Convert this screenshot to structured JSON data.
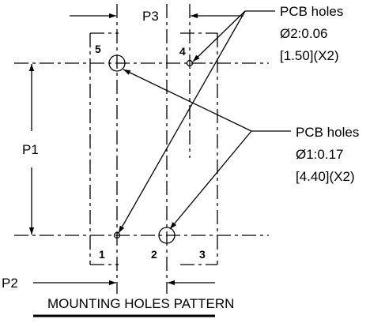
{
  "diagram": {
    "title": "MOUNTING HOLES PATTERN",
    "dimensions": {
      "p1": "P1",
      "p2": "P2",
      "p3": "P3"
    },
    "holes": {
      "h1": "1",
      "h2": "2",
      "h3": "3",
      "h4": "4",
      "h5": "5"
    },
    "callout_small": {
      "line1": "PCB holes",
      "line2": "Ø2:0.06",
      "line3": "[1.50](X2)"
    },
    "callout_large": {
      "line1": "PCB holes",
      "line2": "Ø1:0.17",
      "line3": "[4.40](X2)"
    }
  }
}
